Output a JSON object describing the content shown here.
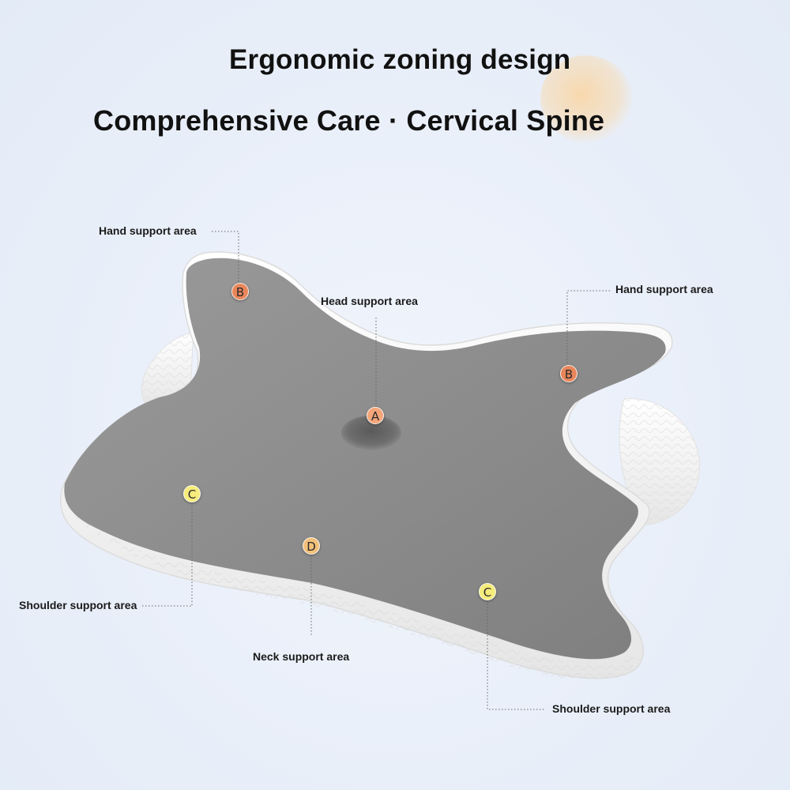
{
  "title": "Ergonomic zoning design",
  "subtitle": "Comprehensive Care · Cervical Spine",
  "zones": [
    {
      "letter": "A",
      "label": "Head support area",
      "color": "#f4a57a"
    },
    {
      "letter": "B",
      "label": "Hand support area",
      "color": "#e8865b"
    },
    {
      "letter": "B",
      "label": "Hand support area",
      "color": "#e8865b"
    },
    {
      "letter": "C",
      "label": "Shoulder support area",
      "color": "#f5ec7c"
    },
    {
      "letter": "C",
      "label": "Shoulder support area",
      "color": "#f5ec7c"
    },
    {
      "letter": "D",
      "label": "Neck support area",
      "color": "#f2c07a"
    }
  ],
  "colors": {
    "background": "#eaf0f9",
    "pillow_top": "#8f8f8f",
    "pillow_side": "#f4f4f4",
    "leader_line": "#666666"
  }
}
